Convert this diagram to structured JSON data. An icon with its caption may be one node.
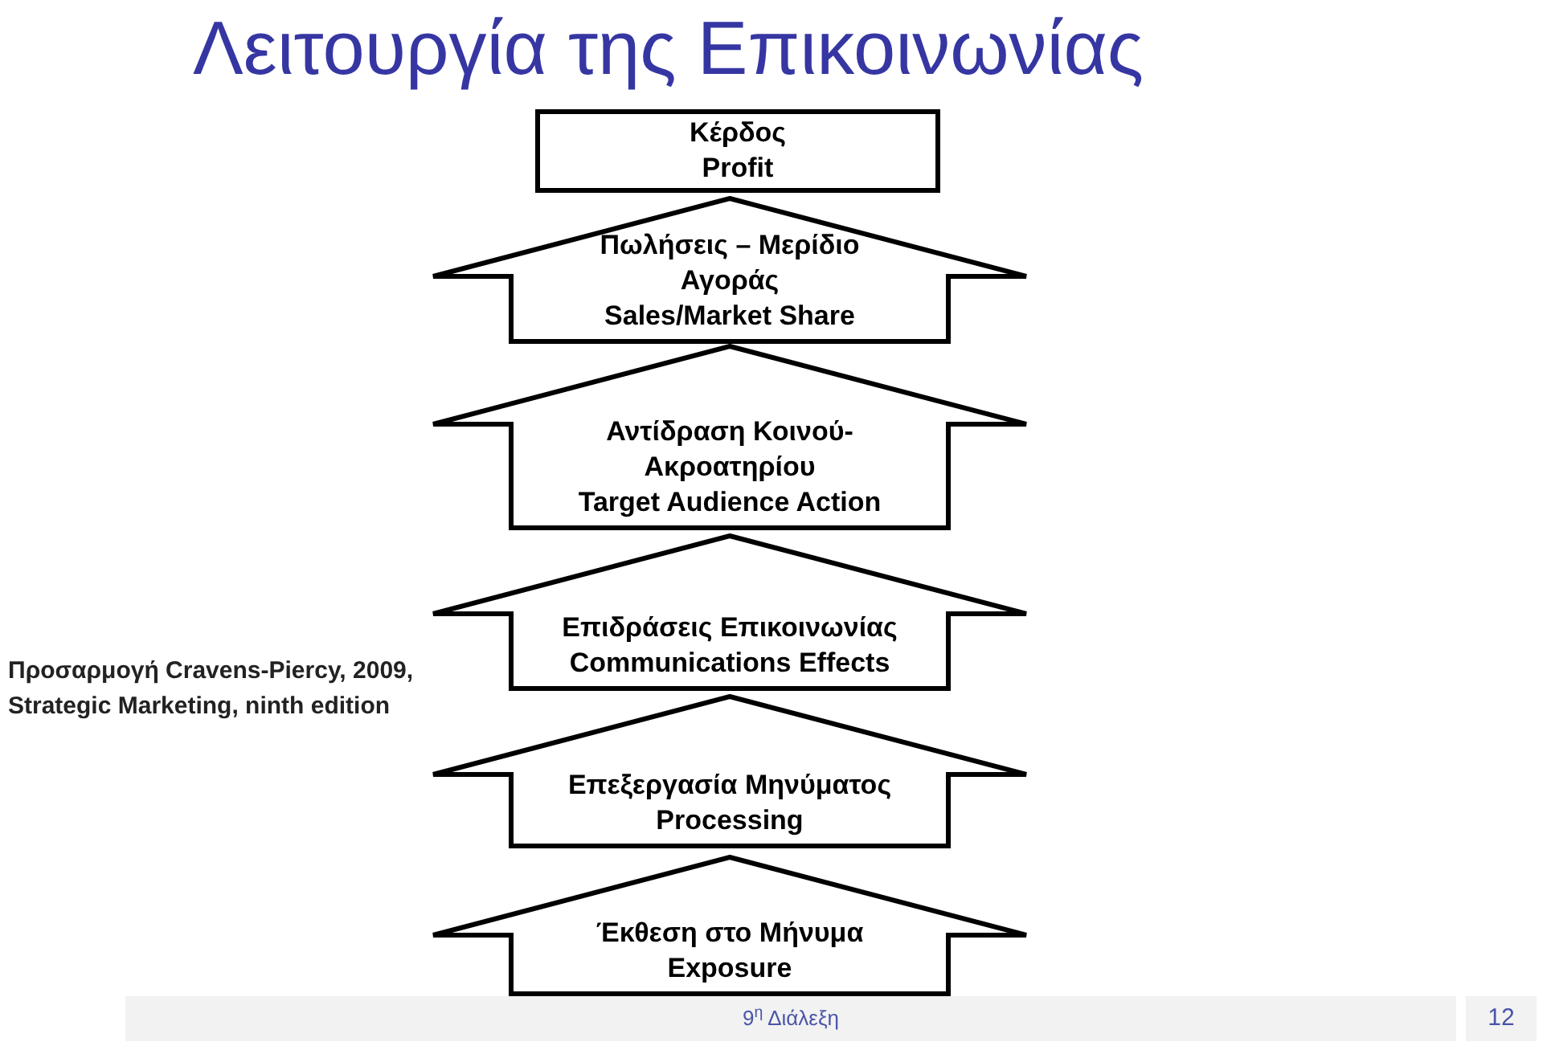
{
  "diagram": {
    "title": "Λειτουργία της Επικοινωνίας",
    "nodes": [
      {
        "text": [
          "Κέρδος",
          "Profit"
        ]
      },
      {
        "text": [
          "Πωλήσεις – Μερίδιο Αγοράς",
          "Sales/Market Share"
        ]
      },
      {
        "text": [
          "Αντίδραση Κοινού-Ακροατηρίου",
          "Target Audience Action"
        ]
      },
      {
        "text": [
          "Επιδράσεις Επικοινωνίας",
          "Communications Effects"
        ]
      },
      {
        "text": [
          "Επεξεργασία Μηνύματος",
          "Processing"
        ]
      },
      {
        "text": [
          "Έκθεση στο Μήνυμα",
          "Exposure"
        ]
      }
    ],
    "labels": [
      "Προσαρμογή Cravens-Piercy, 2009, Strategic Marketing, ninth edition",
      "9$^{η}$ Διάλεξη",
      "12"
    ]
  }
}
